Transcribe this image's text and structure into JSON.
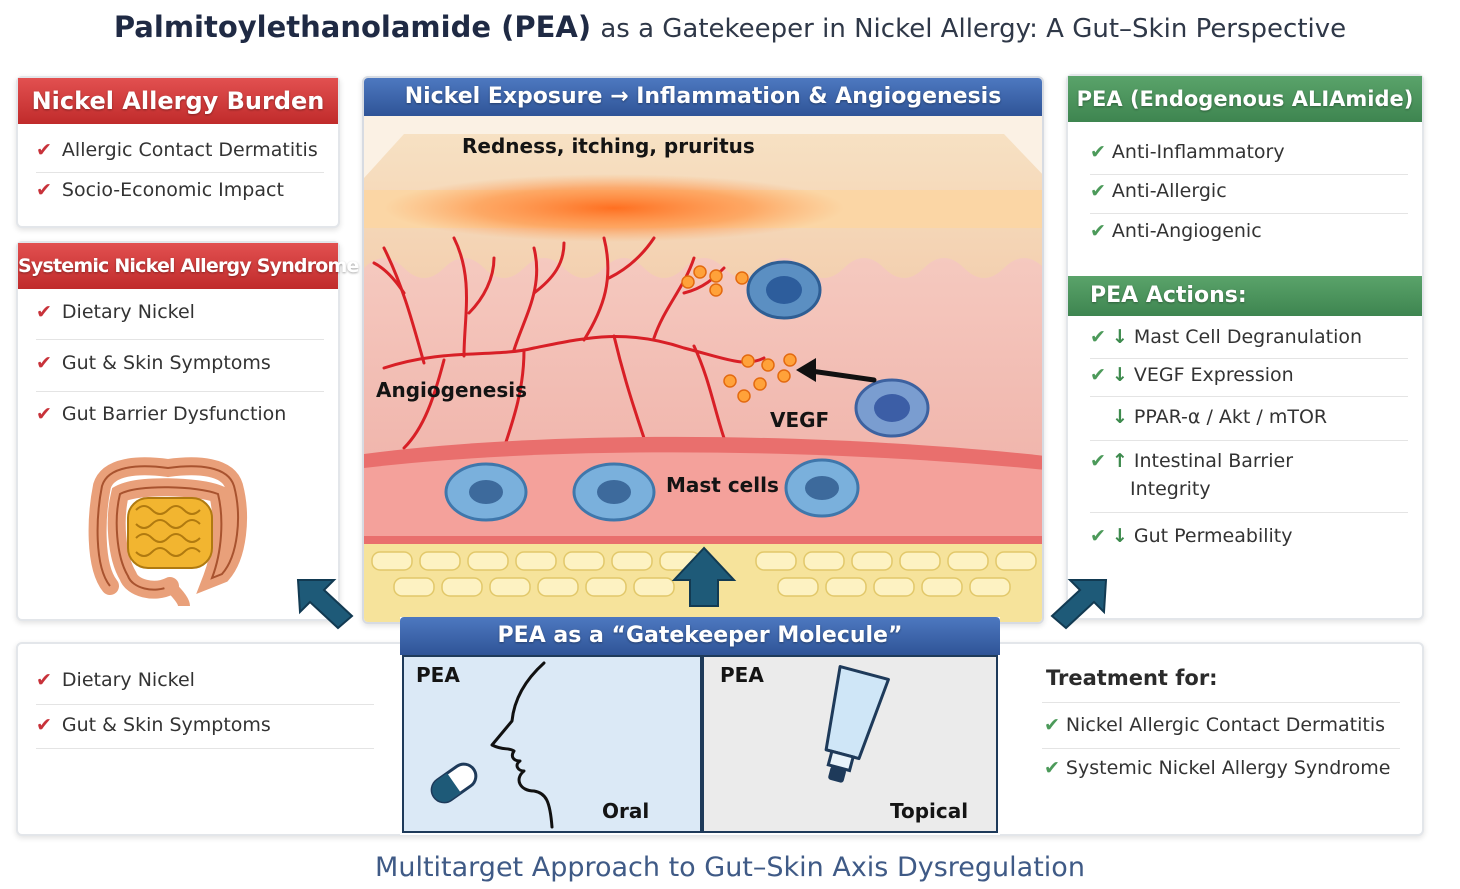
{
  "title": {
    "bold": "Palmitoylethanolamide (PEA)",
    "rest": "as a Gatekeeper in Nickel Allergy: A Gut–Skin Perspective"
  },
  "burden": {
    "header": "Nickel Allergy Burden",
    "items": [
      "Allergic Contact Dermatitis",
      "Socio-Economic Impact"
    ]
  },
  "snas": {
    "header": "Systemic Nickel Allergy Syndrome",
    "items": [
      "Dietary Nickel",
      "Gut & Skin Symptoms",
      "Gut Barrier Dysfunction"
    ]
  },
  "center": {
    "header": "Nickel Exposure → Inflammation & Angiogenesis",
    "labels": {
      "redness": "Redness, itching, pruritus",
      "angiogenesis": "Angiogenesis",
      "vegf": "VEGF",
      "mast": "Mast cells"
    }
  },
  "pea": {
    "header": "PEA (Endogenous ALIAmide)",
    "items": [
      "Anti-Inflammatory",
      "Anti-Allergic",
      "Anti-Angiogenic"
    ]
  },
  "actions": {
    "header": "PEA Actions:",
    "items": [
      {
        "check": true,
        "dir": "↓",
        "text": "Mast Cell Degranulation"
      },
      {
        "check": true,
        "dir": "↓",
        "text": "VEGF Expression"
      },
      {
        "check": false,
        "dir": "↓",
        "text": "PPAR-α / Akt / mTOR"
      },
      {
        "check": true,
        "dir": "↑",
        "text": "Intestinal Barrier",
        "text2": "Integrity"
      },
      {
        "check": true,
        "dir": "↓",
        "text": "Gut Permeability"
      }
    ]
  },
  "bottom_left": {
    "items": [
      "Dietary Nickel",
      "Gut & Skin Symptoms"
    ]
  },
  "gatekeeper": {
    "header": "PEA as a “Gatekeeper Molecule”",
    "oral": {
      "tag": "PEA",
      "label": "Oral"
    },
    "topical": {
      "tag": "PEA",
      "label": "Topical"
    }
  },
  "treatment": {
    "header": "Treatment for:",
    "items": [
      "Nickel Allergic Contact Dermatitis",
      "Systemic Nickel Allergy Syndrome"
    ]
  },
  "footer": "Multitarget Approach to Gut–Skin Axis Dysregulation",
  "colors": {
    "red_header": "#c8323a",
    "green_header": "#4c9a5a",
    "blue_header": "#2f5497",
    "arrow": "#1e5a78"
  },
  "icons": [
    "check-icon",
    "intestine-icon",
    "capsule-icon",
    "face-profile-icon",
    "ointment-tube-icon",
    "up-arrow-icon",
    "blood-vessel-icon",
    "mast-cell-icon"
  ]
}
